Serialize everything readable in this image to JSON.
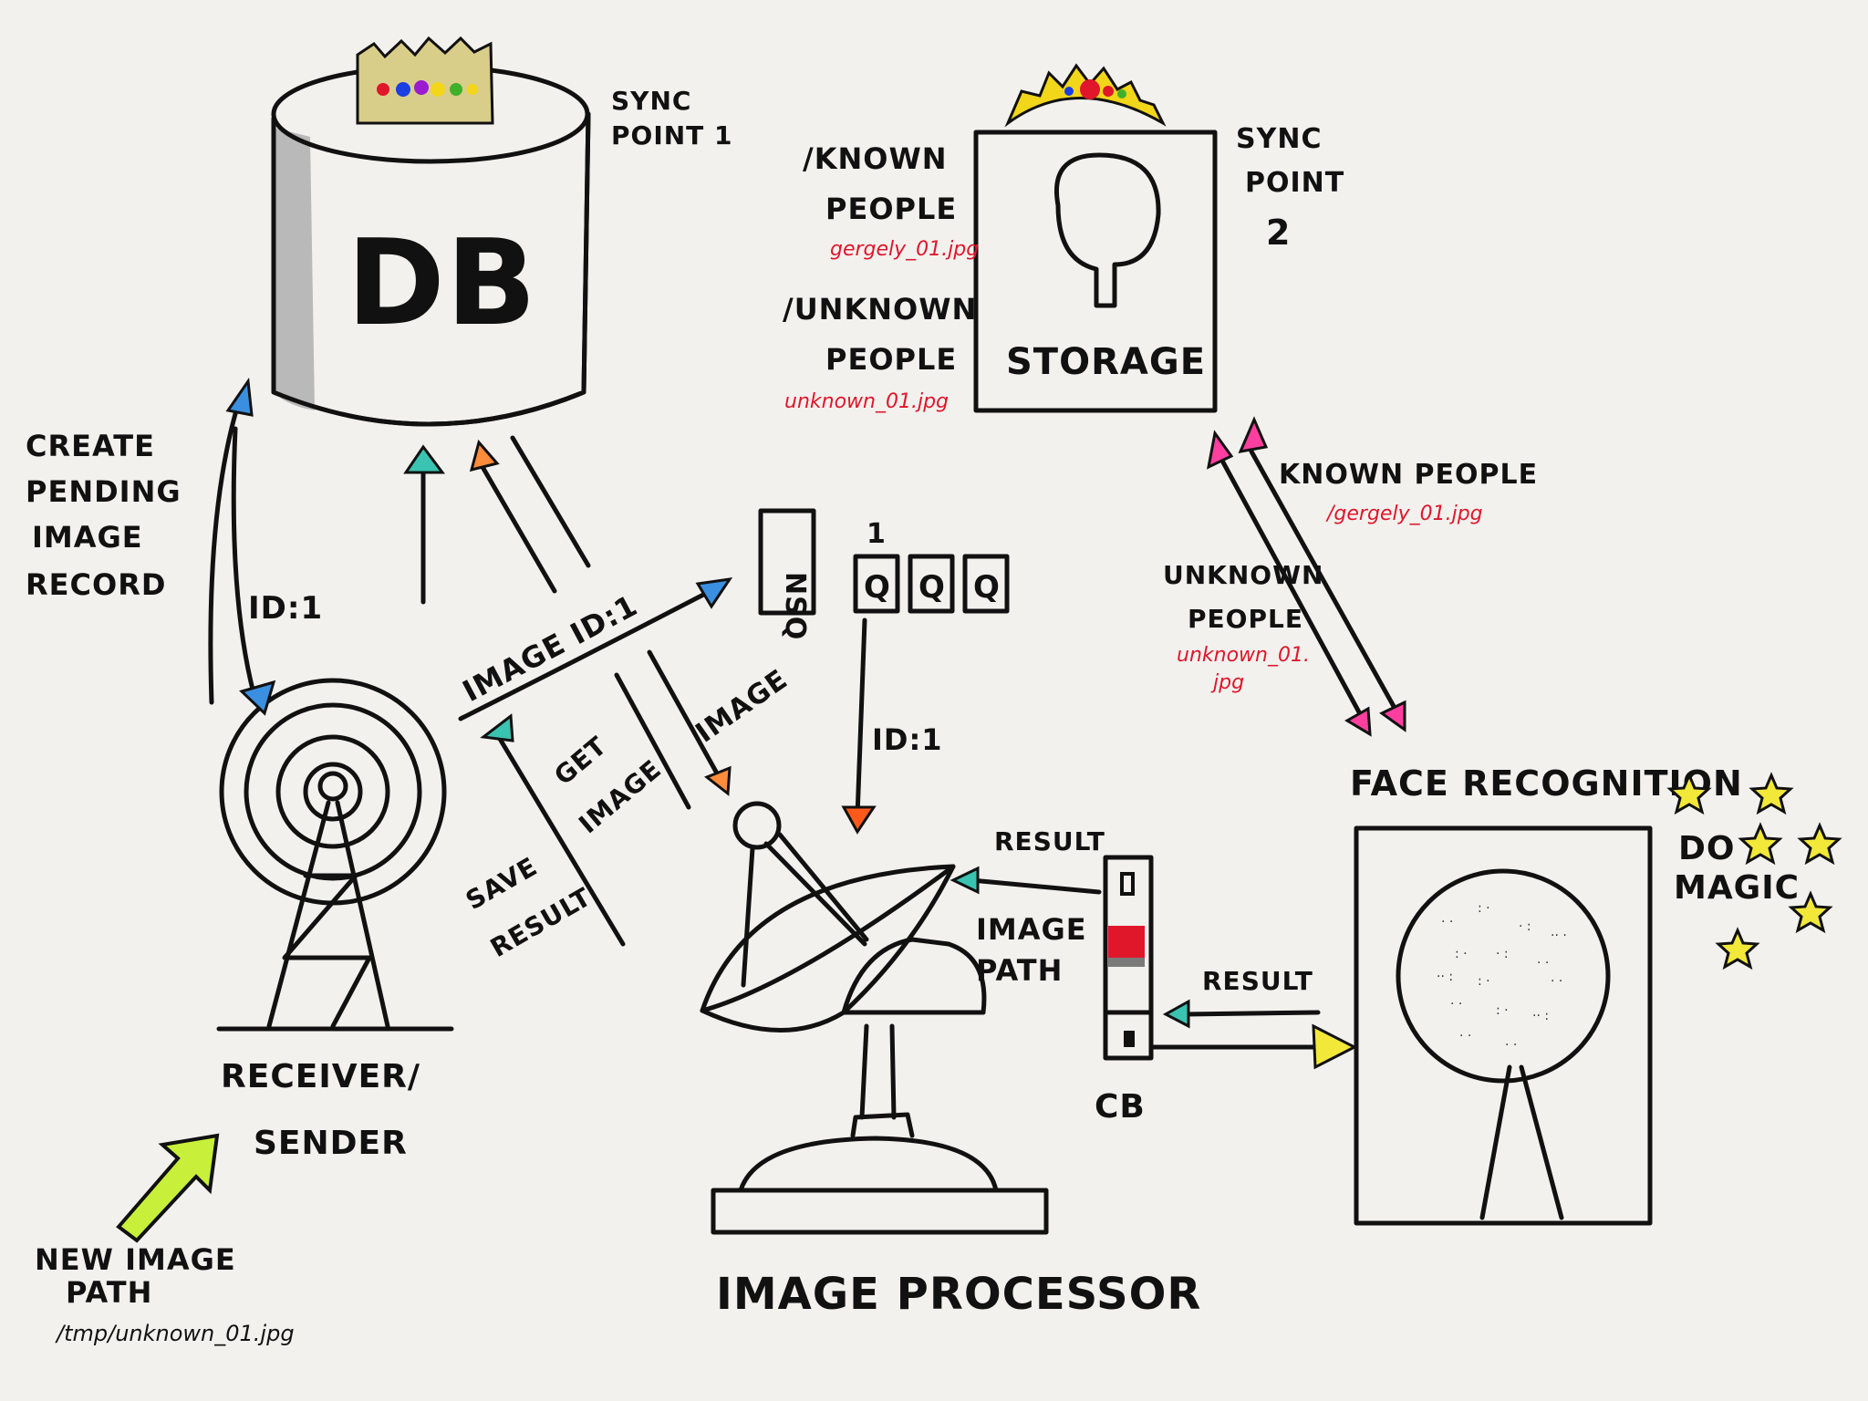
{
  "db": {
    "label": "DB",
    "sync_label_1": "SYNC",
    "sync_label_2": "POINT 1"
  },
  "storage": {
    "label": "STORAGE",
    "sync_label_1": "SYNC",
    "sync_label_2": "POINT",
    "sync_label_3": "2"
  },
  "folders": {
    "known_1": "/KNOWN",
    "known_2": "PEOPLE",
    "known_file": "gergely_01.jpg",
    "unknown_1": "/UNKNOWN",
    "unknown_2": "PEOPLE",
    "unknown_file": "unknown_01.jpg"
  },
  "edges": {
    "create_1": "CREATE",
    "create_2": "PENDING",
    "create_3": "IMAGE",
    "create_4": "RECORD",
    "id_left": "ID:1",
    "image_id": "IMAGE ID:1",
    "image": "IMAGE",
    "get_image_1": "GET",
    "get_image_2": "IMAGE",
    "save_result_1": "SAVE",
    "save_result_2": "RESULT",
    "id_queue": "ID:1",
    "result_top": "RESULT",
    "image_path_1": "IMAGE",
    "image_path_2": "PATH",
    "result_bottom": "RESULT",
    "known_people": "KNOWN PEOPLE",
    "known_file": "/gergely_01.jpg",
    "unknown_1": "UNKNOWN",
    "unknown_2": "PEOPLE",
    "unknown_file_1": "unknown_01.",
    "unknown_file_2": "jpg"
  },
  "queue": {
    "nsq": "NSQ",
    "count": "1",
    "q": "Q"
  },
  "receiver": {
    "label_1": "RECEIVER/",
    "label_2": "SENDER"
  },
  "processor": {
    "label": "IMAGE PROCESSOR"
  },
  "cb": {
    "label": "CB"
  },
  "face": {
    "label": "FACE RECOGNITION",
    "magic_1": "DO",
    "magic_2": "MAGIC"
  },
  "new_image": {
    "label_1": "NEW IMAGE",
    "label_2": "PATH",
    "path": "/tmp/unknown_01.jpg"
  },
  "colors": {
    "ink": "#111111",
    "red": "#e0162b",
    "blue": "#3b8fe0",
    "teal": "#39c3b0",
    "orange": "#ff8c3a",
    "pink": "#ff3fa0",
    "yellow": "#f2e83a",
    "lime": "#c8f03a",
    "crown": "#d9cd8a"
  }
}
